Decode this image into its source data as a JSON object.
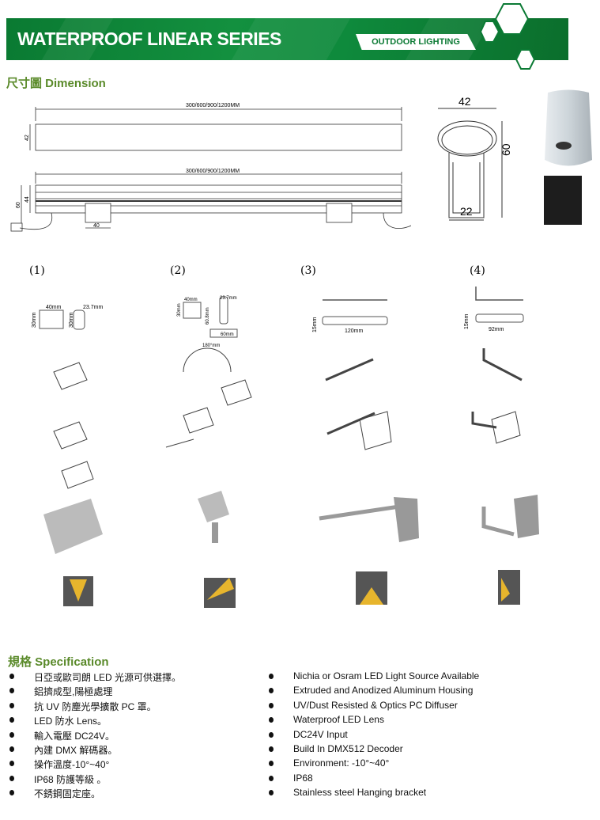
{
  "header": {
    "title": "WATERPROOF LINEAR SERIES",
    "tag": "OUTDOOR LIGHTING",
    "brand_color": "#0e8a3c"
  },
  "dimension": {
    "heading": "尺寸圖 Dimension",
    "length_label": "300/600/900/1200MM",
    "width_top": "42",
    "height_total": "60",
    "height_body": "44",
    "bracket_width": "40",
    "section_width": "42",
    "section_height": "60",
    "section_base": "22"
  },
  "mounting": [
    {
      "label": "(1)",
      "dims": [
        "40mm",
        "30mm",
        "23.7mm",
        "30mm"
      ]
    },
    {
      "label": "(2)",
      "dims": [
        "40mm",
        "30mm",
        "23.7mm",
        "60.8mm",
        "60mm",
        "180°mm"
      ]
    },
    {
      "label": "(3)",
      "dims": [
        "15mm",
        "120mm"
      ]
    },
    {
      "label": "(4)",
      "dims": [
        "15mm",
        "92mm"
      ]
    }
  ],
  "specification": {
    "heading": "規格  Specification",
    "zh": [
      "日亞或歐司朗 LED  光源可供選擇。",
      "鋁擠成型,陽極處理",
      "抗 UV 防塵光學擴散 PC 罩。",
      "LED 防水 Lens。",
      "輸入電壓 DC24V。",
      "內建 DMX  解碼器。",
      "操作溫度-10°~40°",
      "IP68 防護等級  。",
      "不銹鋼固定座。"
    ],
    "en": [
      "Nichia or Osram LED Light Source Available",
      "Extruded and Anodized Aluminum Housing",
      "UV/Dust Resisted & Optics PC Diffuser",
      "Waterproof LED Lens",
      "DC24V Input",
      "Build In DMX512 Decoder",
      "Environment: -10°~40°",
      "IP68",
      "Stainless steel Hanging bracket"
    ]
  }
}
